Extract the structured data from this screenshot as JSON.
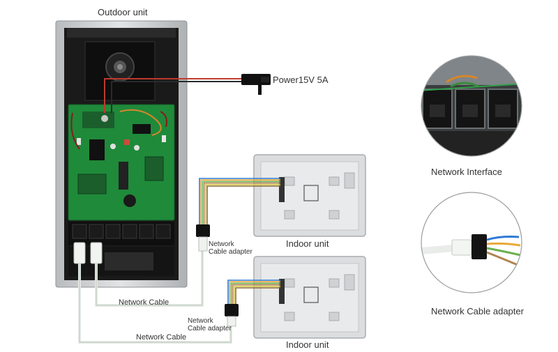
{
  "labels": {
    "outdoor_unit": "Outdoor unit",
    "power": "Power15V 5A",
    "indoor_unit_1": "Indoor unit",
    "indoor_unit_2": "Indoor unit",
    "network_cable_1": "Network Cable",
    "network_cable_2": "Network Cable",
    "adapter_1_line1": "Network",
    "adapter_1_line2": "Cable adapter",
    "adapter_2_line1": "Network",
    "adapter_2_line2": "Cable adapter",
    "network_interface": "Network Interface",
    "network_cable_adapter": "Network Cable adapter"
  },
  "wire_colors": [
    "#2e7bd6",
    "#e8a93a",
    "#6ab04c",
    "#b08450",
    "#d9c94a",
    "#8a6a3a"
  ],
  "colors": {
    "pcb": "#1f8a3a",
    "power_wire": "#c0392b",
    "cable": "#e6ece6",
    "housing": "#cfd2d3",
    "panel": "#e5e6e7"
  }
}
